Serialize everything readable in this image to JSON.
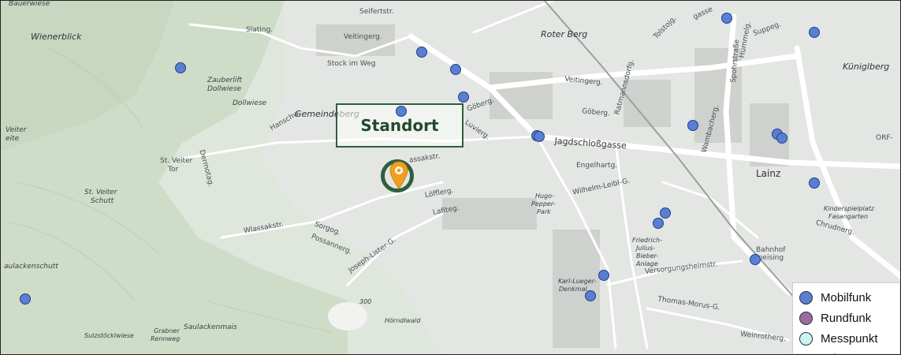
{
  "map": {
    "marker_label": "Standort",
    "labels": {
      "wienerblick": "Wienerblick",
      "roter_berg": "Roter Berg",
      "kuniglberg": "Küniglberg",
      "gemeindeberg": "Gemeindeberg",
      "zauberlift": "Zauberlift",
      "dollwiese1": "Dollwiese",
      "dollwiese2": "Dollwiese",
      "st_veiter_tor1": "St. Veiter",
      "st_veiter_tor2": "Tor",
      "st_veiter_schutt1": "St. Veiter",
      "st_veiter_schutt2": "Schutt",
      "saulackenschutt": "aulackenschutt",
      "sulzstoeckl": "Sulzstöcklwiese",
      "grabner1": "Grabner",
      "grabner2": "Rennweg",
      "saulackenmais": "Saulackenmais",
      "horndlwald": "Hörndlwald",
      "hugo1": "Hugo-",
      "hugo2": "Pepper-",
      "hugo3": "Park",
      "karl1": "Karl-Lueger-",
      "karl2": "Denkmal",
      "friedrich1": "Friedrich-",
      "friedrich2": "Julius-",
      "friedrich3": "Bieber-",
      "friedrich4": "Anlage",
      "lainz": "Lainz",
      "kinderspielplatz1": "Kinderspielplatz",
      "kinderspielplatz2": "Fasangarten",
      "jagdschloss": "Jagdschloßgasse",
      "veitingerg": "Veitingerg.",
      "veitingerg2": "Veitingerg.",
      "slating": "Slating.",
      "stock_im_weg": "Stock im Weg",
      "seifertstr": "Seifertstr.",
      "wlassakstr": "Wlassakstr.",
      "wlassakstr2": "assakstr.",
      "joseph_lister": "Joseph-Lister-G.",
      "gobergasse": "Göberg.",
      "goberg2": "Göberg.",
      "engelhartg": "Engelhartg.",
      "wilhelm_leibl": "Wilhelm-Leibl-G.",
      "thomas_morus": "Thomas-Morus-G.",
      "versorgungsheimstr": "Versorgungsheimstr.",
      "spohrstrasse": "Spohrstraße",
      "chrudnerg": "Chrudnerg.",
      "bahnhof1": "Bahnhof",
      "bahnhof2": "Speising",
      "weinrotherg": "Weinrotherg.",
      "dermotag": "Dermotag.",
      "hanschw": "Hanschw.",
      "sorgog": "Sorgog.",
      "possannerg": "Possannerg.",
      "tolstojg": "Tolstojg.",
      "num300": "300",
      "gasse": "gasse",
      "suppeg": "Suppeg.",
      "hummelg": "Hummelg.",
      "ratmannsdorfg": "Ratmannsdorfg.",
      "wambacherg": "Wambacherg.",
      "lofflerg": "Löfflerg.",
      "lafiteg": "Lafiteg.",
      "luvierg": "Luvierg.",
      "bauerwiese": "Bauerwiese",
      "veiter1": "Veiter",
      "veiter2": "eite",
      "orf": "ORF-",
      "park": "Park"
    }
  },
  "legend": {
    "items": [
      {
        "label": "Mobilfunk",
        "color": "#5b7fd0"
      },
      {
        "label": "Rundfunk",
        "color": "#9b6b9e"
      },
      {
        "label": "Messpunkt",
        "color": "#c9f4f4"
      }
    ]
  },
  "colors": {
    "site_fill": "#5b7fd0",
    "site_stroke": "#1f3f8f",
    "marker_green": "#2f5e3d",
    "pin_orange": "#f0a020"
  }
}
